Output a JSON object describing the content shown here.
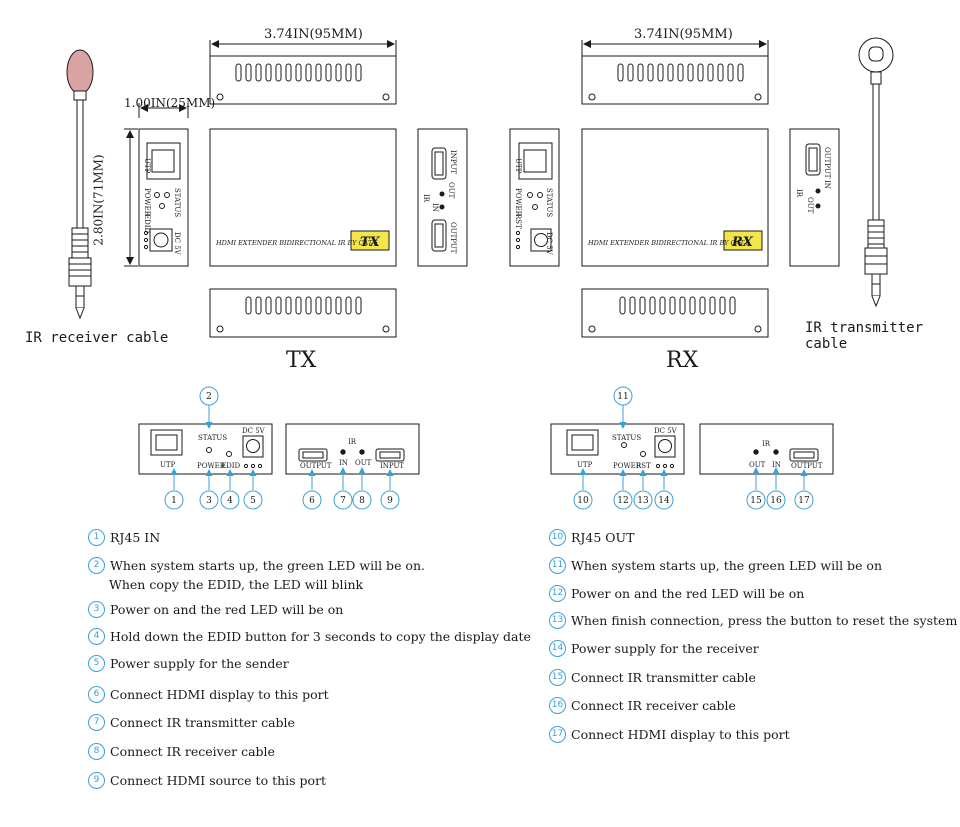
{
  "dimensions": {
    "width": "3.74IN(95MM)",
    "depth": "1.00IN(25MM)",
    "height": "2.80IN(71MM)"
  },
  "cables": {
    "ir_receiver": "IR receiver cable",
    "ir_transmitter": "IR transmitter cable"
  },
  "units": {
    "tx": "TX",
    "rx": "RX"
  },
  "top_view": {
    "product_text": "HDMI EXTENDER BIDIRECTIONAL IR  BY CAT-6",
    "tx_badge": "TX",
    "rx_badge": "RX",
    "tx_front": {
      "utp": "UTP",
      "status": "STATUS",
      "power": "POWER",
      "edid": "EDID",
      "dc": "DC 5V"
    },
    "rx_front": {
      "utp": "UTP",
      "status": "STATUS",
      "power": "POWER",
      "rst": "RST",
      "dc": "DC 5V"
    },
    "tx_back": {
      "input": "INPUT",
      "output": "OUTPUT",
      "ir": "IR",
      "out": "OUT",
      "in": "IN"
    },
    "rx_back": {
      "output": "OUTPUT",
      "ir": "IR",
      "in": "IN",
      "out": "OUT"
    }
  },
  "panels": {
    "tx_front": {
      "status": "STATUS",
      "dc": "DC 5V",
      "utp": "UTP",
      "power": "POWER",
      "edid": "EDID"
    },
    "tx_back": {
      "ir": "IR",
      "output": "OUTPUT",
      "in": "IN",
      "out": "OUT",
      "input": "INPUT"
    },
    "rx_front": {
      "status": "STATUS",
      "dc": "DC 5V",
      "utp": "UTP",
      "power": "POWER",
      "rst": "RST"
    },
    "rx_back": {
      "ir": "IR",
      "out": "OUT",
      "in": "IN",
      "output": "OUTPUT"
    }
  },
  "callouts": [
    "1",
    "2",
    "3",
    "4",
    "5",
    "6",
    "7",
    "8",
    "9",
    "10",
    "11",
    "12",
    "13",
    "14",
    "15",
    "16",
    "17"
  ],
  "legend_left": [
    {
      "num": "1",
      "text": "RJ45 IN"
    },
    {
      "num": "2",
      "text": "When system starts up, the green LED will be on.",
      "text2": "When copy the EDID, the LED will blink"
    },
    {
      "num": "3",
      "text": "Power on and the red LED will be on"
    },
    {
      "num": "4",
      "text": "Hold down the EDID button for 3 seconds to copy the display date"
    },
    {
      "num": "5",
      "text": "Power supply for the sender"
    },
    {
      "num": "6",
      "text": "Connect HDMI display to this port"
    },
    {
      "num": "7",
      "text": "Connect IR transmitter cable"
    },
    {
      "num": "8",
      "text": "Connect  IR receiver cable"
    },
    {
      "num": "9",
      "text": "Connect HDMI source to this port"
    }
  ],
  "legend_right": [
    {
      "num": "10",
      "text": "RJ45 OUT"
    },
    {
      "num": "11",
      "text": "When system starts up, the green LED will be on"
    },
    {
      "num": "12",
      "text": "Power on and the red LED will be on"
    },
    {
      "num": "13",
      "text": "When finish connection, press the button to reset the system"
    },
    {
      "num": "14",
      "text": "Power supply for the receiver"
    },
    {
      "num": "15",
      "text": "Connect IR transmitter cable"
    },
    {
      "num": "16",
      "text": "Connect  IR receiver cable"
    },
    {
      "num": "17",
      "text": "Connect HDMI display to this port"
    }
  ],
  "colors": {
    "accent": "#3aa0d8",
    "badge": "#f2e64b",
    "ink": "#1a1a1a",
    "cable_tip_receiver": "#d9a3a3"
  }
}
